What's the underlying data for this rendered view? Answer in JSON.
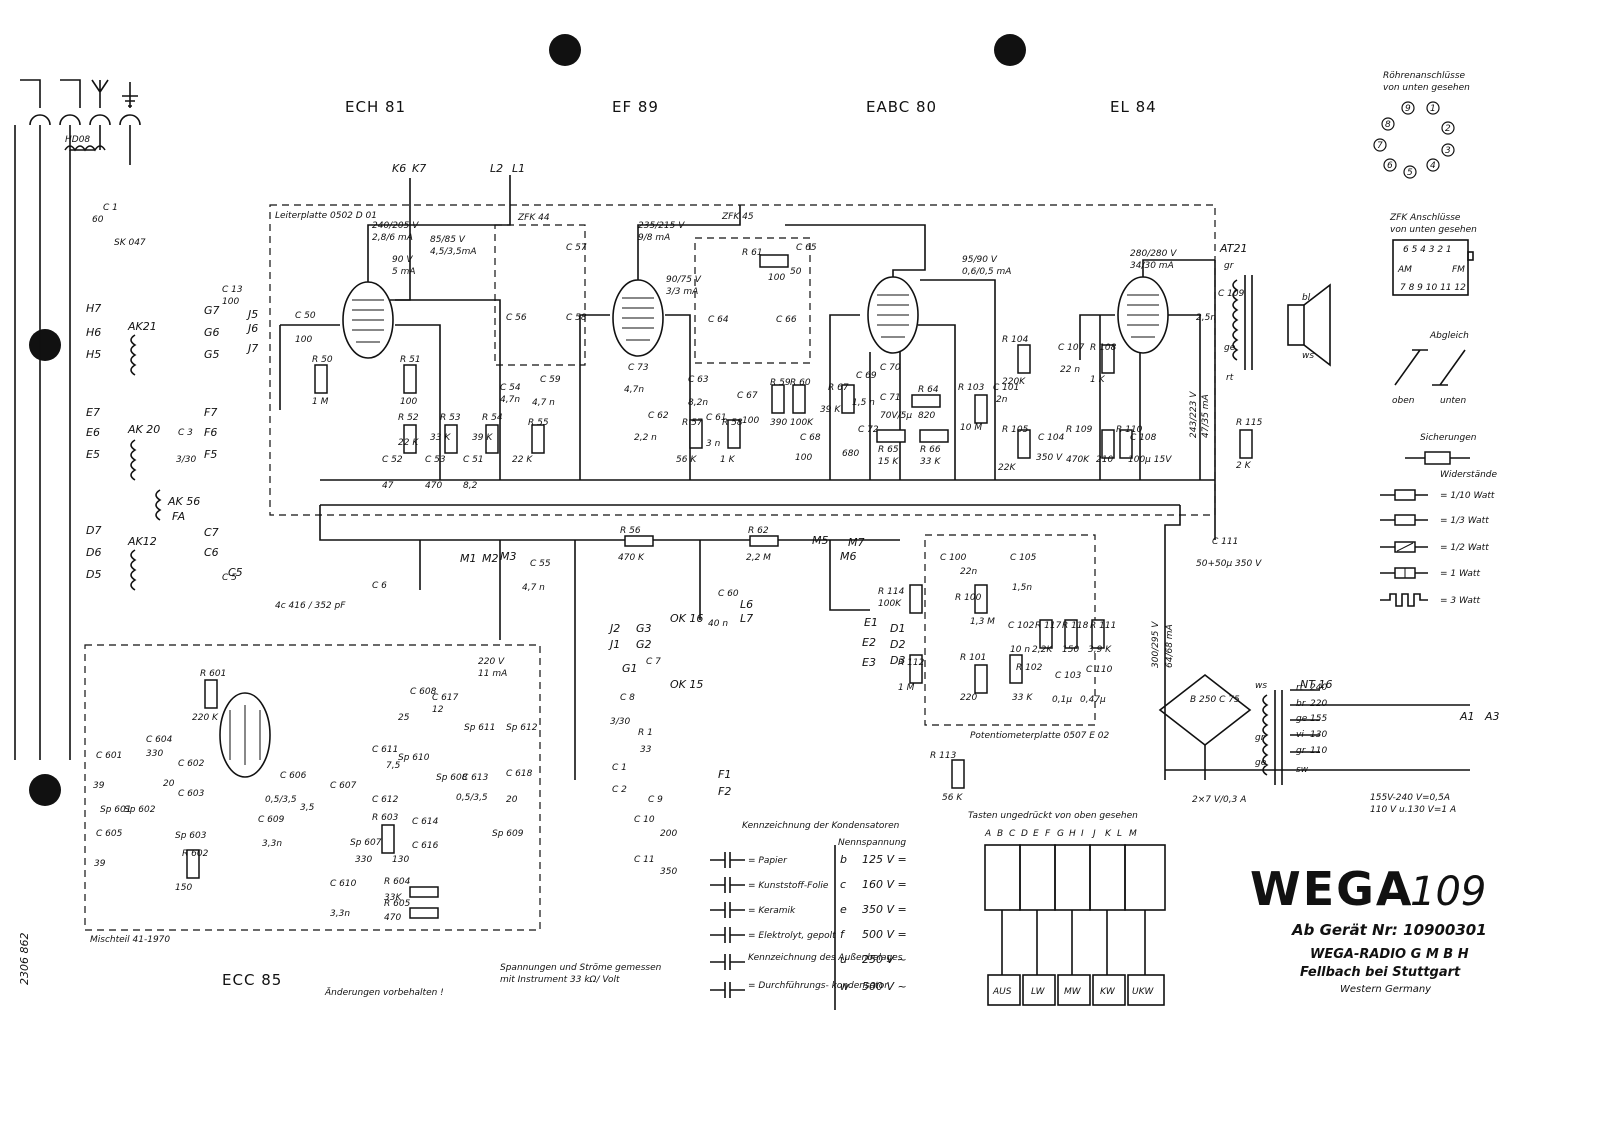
{
  "tubes": [
    {
      "id": "ech81",
      "label": "ECH 81"
    },
    {
      "id": "ef89",
      "label": "EF 89"
    },
    {
      "id": "eabc80",
      "label": "EABC 80"
    },
    {
      "id": "el84",
      "label": "EL 84"
    },
    {
      "id": "ecc85",
      "label": "ECC 85"
    }
  ],
  "boards": {
    "main": "Leiterplatte 0502 D 01",
    "mixer": "Mischteil 41-1970",
    "pot": "Potentiometerplatte 0507 E 02"
  },
  "filters": {
    "zfk44": "ZFK 44",
    "zfk45": "ZFK 45"
  },
  "terminals": {
    "k6": "K6",
    "k7": "K7",
    "l2": "L2",
    "l1": "L1",
    "h7": "H7",
    "h6": "H6",
    "h5": "H5",
    "e7": "E7",
    "e6": "E6",
    "e5": "E5",
    "d7": "D7",
    "d6": "D6",
    "d5": "D5",
    "g7": "G7",
    "g6": "G6",
    "g5": "G5",
    "f7": "F7",
    "f6": "F6",
    "f5": "F5",
    "c7": "C7",
    "c6": "C6",
    "c5": "C5",
    "j5": "J5",
    "j6": "J6",
    "j7": "J7",
    "m1": "M1",
    "m2": "M2",
    "m3": "M3",
    "m5": "M5",
    "m6": "M6",
    "m7": "M7",
    "l6": "L6",
    "l7": "L7",
    "e1": "E1",
    "e2": "E2",
    "e3": "E3",
    "d1": "D1",
    "d2": "D2",
    "d3": "D3",
    "f1": "F1",
    "f2": "F2",
    "a1": "A1",
    "a3": "A3",
    "j2": "J2",
    "j1": "J1",
    "g3": "G3",
    "g2": "G2",
    "g1": "G1"
  },
  "coils": {
    "hd08": "HD08",
    "ak21": "AK21",
    "ak20": "AK 20",
    "ak56": "AK 56",
    "fa": "FA",
    "ak12": "AK12",
    "ok16": "OK 16",
    "ok15": "OK 15",
    "at21": "AT21",
    "nt16": "NT 16"
  },
  "components": {
    "c1": "C 1",
    "c1v": "60",
    "sk047": "SK 047",
    "c13": "C 13",
    "c13v": "100",
    "c50": "C 50",
    "c50v": "100",
    "r50": "R 50",
    "r50v": "1 M",
    "r51": "R 51",
    "r51v": "100",
    "r52": "R 52",
    "r52v": "22 K",
    "c52": "C 52",
    "c52v": "47",
    "r53": "R 53",
    "r53v": "33 K",
    "c53": "C 53",
    "c53v": "470",
    "r54": "R 54",
    "r54v": "39 K",
    "c51": "C 51",
    "c51v": "8,2",
    "c54": "C 54",
    "c54v": "4,7n",
    "c59": "C 59",
    "c59v": "4,7 n",
    "r55": "R 55",
    "r55v": "22 K",
    "c58": "C 58",
    "c56": "C 56",
    "c57": "C 57",
    "c73": "C 73",
    "c73v": "4,7n",
    "c62": "C 62",
    "c62v": "2,2 n",
    "c63": "C 63",
    "c63v": "8,2n",
    "r57": "R 57",
    "r57v": "56 K",
    "c61": "C 61",
    "c61v": "3 n",
    "r58": "R 58",
    "r58v": "1 K",
    "r61": "R 61",
    "r61v": "100",
    "c65": "C 65",
    "c65v": "50",
    "c64": "C 64",
    "c66": "C 66",
    "c67": "C 67",
    "c67v": "100",
    "r59": "R 59",
    "r59v": "390",
    "r60": "R 60",
    "r60v": "100K",
    "c68": "C 68",
    "c68v": "100",
    "r67": "R 67",
    "r67v": "39 K",
    "c69": "C 69",
    "c69v": "1,5 n",
    "c72": "C 72",
    "c72v": "680",
    "c70": "C 70",
    "c71": "C 71",
    "c71v": "70V/5µ",
    "r64": "R 64",
    "r64v": "820",
    "r65": "R 65",
    "r65v": "15 K",
    "r66": "R 66",
    "r66v": "33 K",
    "r103": "R 103",
    "r103v": "10 M",
    "c101": "C 101",
    "c101v": "2n",
    "r104": "R 104",
    "r104v": "220K",
    "r105": "R 105",
    "r105v": "22K",
    "c104": "C 104",
    "c104v": "350 V",
    "c107": "C 107",
    "c107v": "22 n",
    "r108": "R 108",
    "r108v": "1 K",
    "r109": "R 109",
    "r109v": "470K",
    "r110": "R 110",
    "r110v": "210",
    "c108": "C 108",
    "c108v": "100µ 15V",
    "c109": "C 109",
    "c109v": "2,5n",
    "r115": "R 115",
    "r115v": "2 K",
    "c111": "C 111",
    "c111v": "50+50µ 350 V",
    "r56": "R 56",
    "r56v": "470 K",
    "r62": "R 62",
    "r62v": "2,2 M",
    "c55": "C 55",
    "c55v": "4,7 n",
    "c60": "C 60",
    "c60v": "40 n",
    "c6": "C 6",
    "c5": "C 5",
    "r114": "R 114",
    "r114v": "100K",
    "r112": "R 112",
    "r112v": "1 M",
    "r113": "R 113",
    "r113v": "56 K",
    "c100": "C 100",
    "c100v": "22n",
    "c105": "C 105",
    "c105v": "1,5n",
    "r100": "R 100",
    "r100v": "1,3 M",
    "c102": "C 102",
    "c102v": "10 n",
    "r117": "R 117",
    "r117v": "2,2K",
    "r118": "R 118",
    "r118v": "150",
    "r111": "R 111",
    "r111v": "3,9 K",
    "r101": "R 101",
    "r101v": "220",
    "r102": "R 102",
    "r102v": "33 K",
    "c103": "C 103",
    "c103v": "0,1µ",
    "c110": "C 110",
    "c110v": "0,47µ",
    "r601": "R 601",
    "r601v": "220 K",
    "c604": "C 604",
    "c604v": "330",
    "c601": "C 601",
    "c601v": "39",
    "c602": "C 602",
    "c602v": "20",
    "c603": "C 603",
    "c605": "C 605",
    "c605v": "39",
    "sp601": "Sp 601",
    "sp602": "Sp 602",
    "sp603": "Sp 603",
    "r602": "R 602",
    "r602v": "150",
    "c608": "C 608",
    "c608v": "25",
    "c617": "C 617",
    "c617v": "12",
    "c606": "C 606",
    "c606v": "0,5/3,5",
    "c607": "C 607",
    "c607v": "3,5",
    "c611": "C 611",
    "c611v": "7,5",
    "sp610": "Sp 610",
    "c612": "C 612",
    "sp607": "Sp 607",
    "r603": "R 603",
    "r603v": "330",
    "c614": "C 614",
    "c616": "C 616",
    "c616v": "130",
    "sp608": "Sp 608",
    "c613": "C 613",
    "c613v": "0,5/3,5",
    "sp611": "Sp 611",
    "sp612": "Sp 612",
    "sp609": "Sp 609",
    "c618": "C 618",
    "c618v": "20",
    "c609": "C 609",
    "c609v": "3,3n",
    "c610": "C 610",
    "c610v": "3,3n",
    "r604": "R 604",
    "r604v": "33K",
    "r605": "R 605",
    "r605v": "470",
    "c3": "C 3",
    "c3v": "3/30",
    "c7": "C 7",
    "c8": "C 8",
    "c8v": "3/30",
    "r1": "R 1",
    "r1v": "33",
    "c9": "C 9",
    "c10": "C 10",
    "c10v": "200",
    "c11": "C 11",
    "c11v": "350",
    "c1b": "C 1",
    "c2": "C 2",
    "b250": "B 250 C 75",
    "c4": "4c 416 / 352 pF"
  },
  "voltages": {
    "v1": "240/205 V",
    "v1b": "2,8/6 mA",
    "v2": "85/85 V",
    "v2b": "4,5/3,5mA",
    "v3": "90 V",
    "v3b": "5 mA",
    "v4": "235/215 V",
    "v4b": "9/8 mA",
    "v5": "90/75 V",
    "v5b": "3/3 mA",
    "v6": "95/90 V",
    "v6b": "0,6/0,5 mA",
    "v7": "280/280 V",
    "v7b": "34/30 mA",
    "v8": "243/223 V",
    "v8b": "47/35 mA",
    "v9": "220 V",
    "v9b": "11 mA",
    "v10": "300/295 V",
    "v10b": "64/68 mA"
  },
  "transformer": {
    "taps": [
      "rt",
      "240",
      "br",
      "220",
      "ge",
      "155",
      "vi",
      "130",
      "gr",
      "110",
      "sw"
    ],
    "ws": "ws",
    "gr": "gr",
    "ge": "ge",
    "bl": "bl",
    "rt": "rt",
    "sw": "sw",
    "lamp": "2×7 V/0,3 A",
    "fuse1": "155V-240 V=0,5A",
    "fuse2": "110 V u.130 V=1 A"
  },
  "legend_pins": {
    "title1": "Röhrenanschlüsse",
    "title2": "von unten gesehen",
    "pins": [
      "1",
      "2",
      "3",
      "4",
      "5",
      "6",
      "7",
      "8",
      "9"
    ]
  },
  "legend_zfk": {
    "title1": "ZFK Anschlüsse",
    "title2": "von unten gesehen",
    "row1": "6 5 4 3 2 1",
    "row2": "7 8 9 10 11 12",
    "am": "AM",
    "fm": "FM"
  },
  "legend_abgleich": {
    "title": "Abgleich",
    "oben": "oben",
    "unten": "unten"
  },
  "legend_fuses": {
    "title": "Sicherungen"
  },
  "legend_resistors": {
    "title": "Widerstände",
    "items": [
      "= 1/10 Watt",
      "= 1/3 Watt",
      "= 1/2 Watt",
      "= 1 Watt",
      "= 3 Watt"
    ]
  },
  "cap_legend": {
    "title": "Kennzeichnung der Kondensatoren",
    "rating_head": "Nennspannung",
    "types": [
      "= Papier",
      "= Kunststoff-Folie",
      "= Keramik",
      "= Elektrolyt, gepolt",
      "Kennzeichnung des Außenbelages",
      "= Durchführungs- kondensator"
    ],
    "codes": [
      "b",
      "c",
      "e",
      "f",
      "u",
      "w"
    ],
    "ratings": [
      "125 V =",
      "160 V =",
      "350 V =",
      "500 V =",
      "250 V ~",
      "500 V ~"
    ]
  },
  "switchbank": {
    "title": "Tasten ungedrückt von oben gesehen",
    "letters": [
      "A",
      "B",
      "C",
      "D",
      "E",
      "F",
      "G",
      "H",
      "I",
      "J",
      "K",
      "L",
      "M"
    ],
    "buttons": [
      "AUS",
      "LW",
      "MW",
      "KW",
      "UKW"
    ]
  },
  "notes": {
    "measure1": "Spannungen und Ströme gemessen",
    "measure2": "mit Instrument 33 kΩ/ Volt",
    "changes": "Änderungen vorbehalten !",
    "docnum": "2306 862"
  },
  "brand": {
    "logo": "WEGA",
    "model": "109",
    "serial": "Ab Gerät Nr: 10900301",
    "company": "WEGA-RADIO G M B H",
    "city": "Fellbach bei Stuttgart",
    "country": "Western Germany"
  }
}
